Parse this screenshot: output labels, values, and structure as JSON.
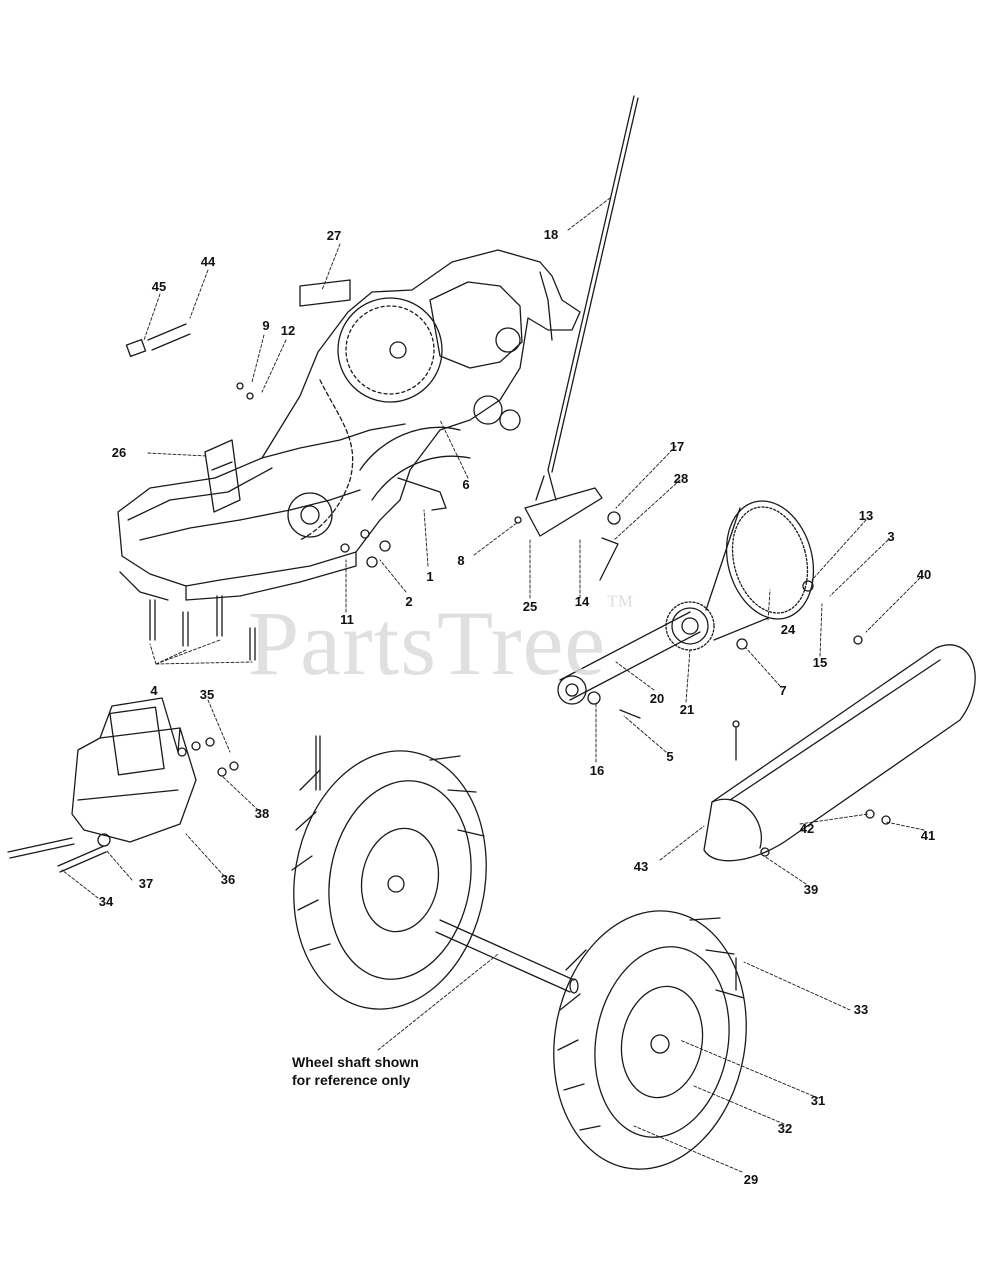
{
  "watermark": {
    "text": "PartsTree",
    "mark": "™"
  },
  "note": {
    "line1": "Wheel shaft shown",
    "line2": "for reference only"
  },
  "callouts": [
    "1",
    "2",
    "3",
    "4",
    "5",
    "6",
    "7",
    "8",
    "9",
    "11",
    "12",
    "13",
    "14",
    "15",
    "16",
    "17",
    "18",
    "20",
    "21",
    "24",
    "25",
    "26",
    "27",
    "28",
    "29",
    "31",
    "32",
    "33",
    "34",
    "35",
    "36",
    "37",
    "38",
    "39",
    "40",
    "41",
    "42",
    "43",
    "44",
    "45"
  ]
}
